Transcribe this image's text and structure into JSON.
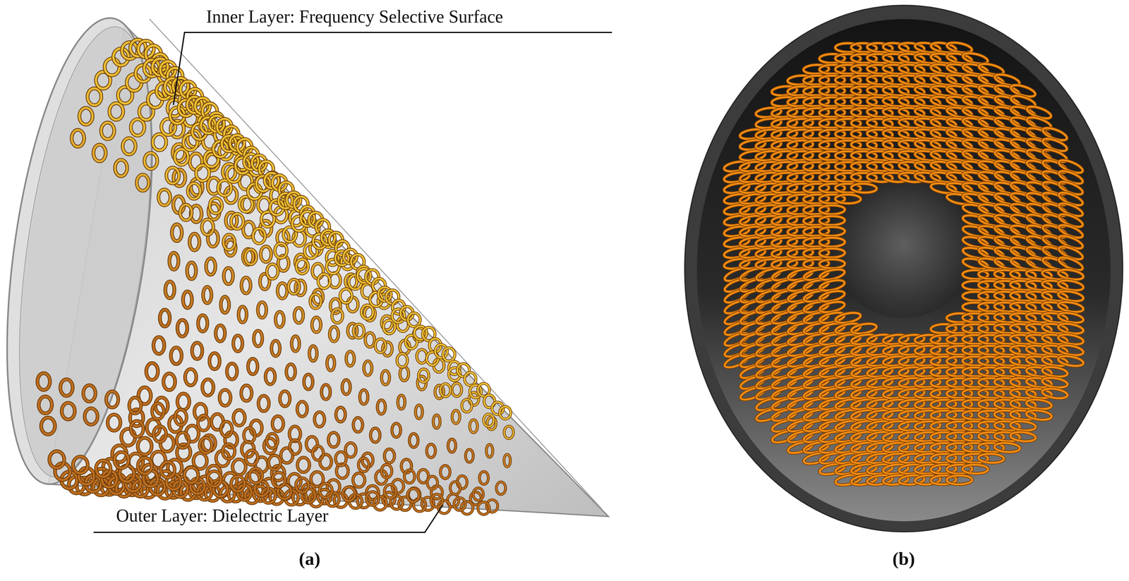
{
  "diagram": {
    "labels": [
      "Inner Layer: Frequency Selective Surface",
      "Outer Layer: Dielectric Layer",
      "(a)",
      "(b)"
    ]
  }
}
